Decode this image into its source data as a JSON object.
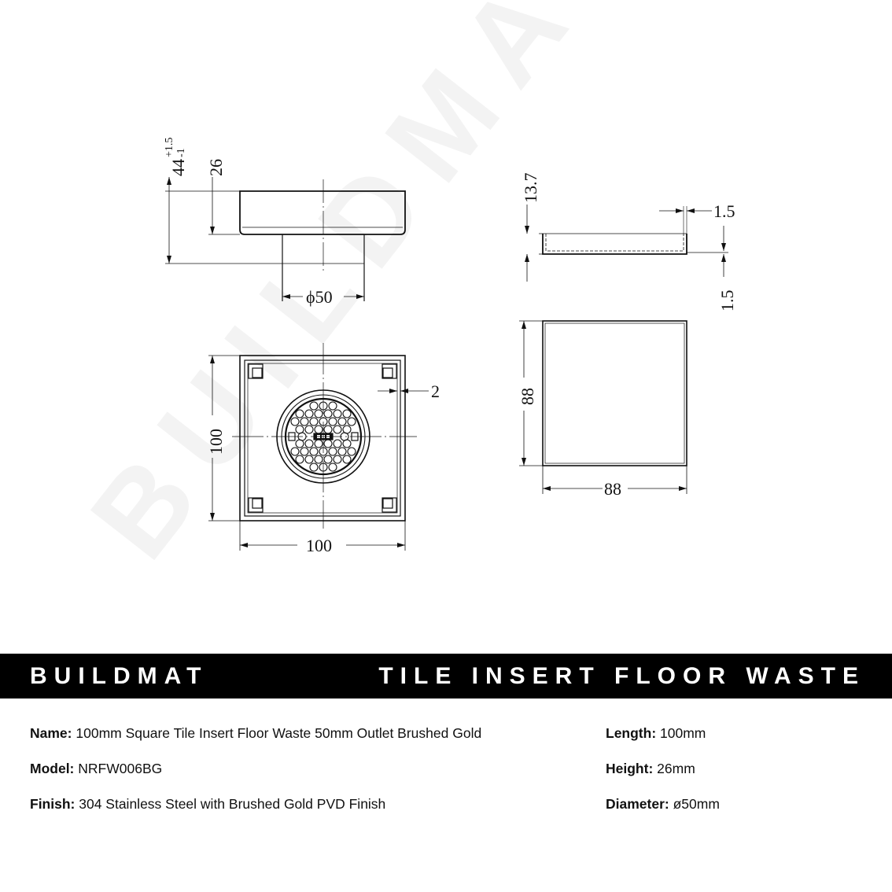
{
  "watermark": "BUILDMAT",
  "drawing": {
    "side_view": {
      "overall_height": "44",
      "tolerance_plus": "+1.5",
      "tolerance_minus": "-1",
      "body_height": "26",
      "outlet_diameter": "ϕ50"
    },
    "insert_section": {
      "depth": "13.7",
      "wall_thickness": "1.5",
      "base_thickness": "1.5"
    },
    "top_view": {
      "width": "100",
      "height": "100",
      "gap": "2"
    },
    "insert_plan": {
      "width": "88",
      "height": "88"
    }
  },
  "banner": {
    "brand": "BUILDMAT",
    "title": "TILE INSERT FLOOR WASTE",
    "background": "#000000",
    "text_color": "#ffffff"
  },
  "specs_left": [
    {
      "label": "Name:",
      "value": "100mm Square Tile Insert Floor Waste 50mm Outlet Brushed Gold"
    },
    {
      "label": "Model:",
      "value": "NRFW006BG"
    },
    {
      "label": "Finish:",
      "value": "304 Stainless Steel with Brushed Gold PVD Finish"
    }
  ],
  "specs_right": [
    {
      "label": "Length:",
      "value": "100mm"
    },
    {
      "label": "Height:",
      "value": "26mm"
    },
    {
      "label": "Diameter:",
      "value": "ø50mm"
    }
  ]
}
